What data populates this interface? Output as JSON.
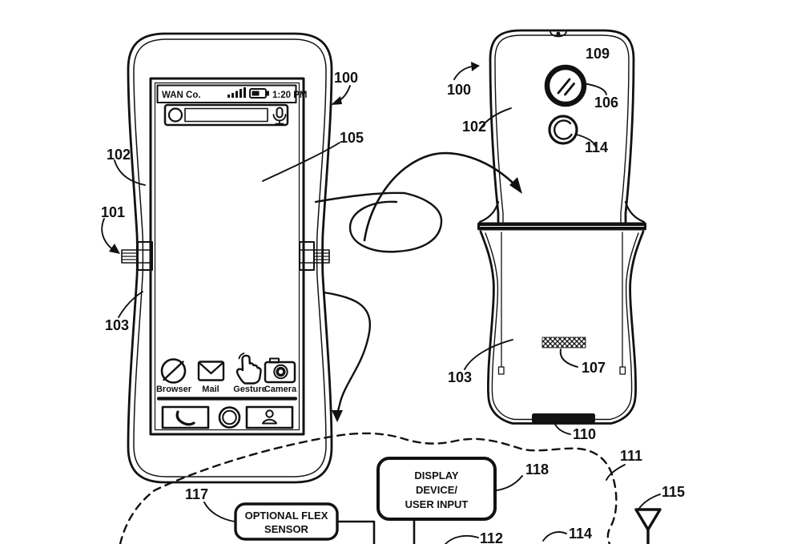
{
  "figure": {
    "kind": "patent-line-drawing-foldable-phone",
    "ink_color": "#111111",
    "background": "#ffffff"
  },
  "labels": {
    "front_100": "100",
    "back_100": "100",
    "n101": "101",
    "front_102": "102",
    "back_102": "102",
    "front_103": "103",
    "back_103": "103",
    "n105": "105",
    "n106": "106",
    "n107": "107",
    "n109": "109",
    "n110": "110",
    "n111": "111",
    "n112": "112",
    "back_114": "114",
    "bottom_114": "114",
    "n115": "115",
    "n117": "117",
    "n118": "118"
  },
  "screen": {
    "carrier": "WAN Co.",
    "time": "1:20 PM",
    "apps": [
      "Browser",
      "Mail",
      "Gesture",
      "Camera"
    ]
  },
  "blocks": {
    "flex_sensor_line1": "OPTIONAL FLEX",
    "flex_sensor_line2": "SENSOR",
    "display_line1": "DISPLAY",
    "display_line2": "DEVICE/",
    "display_line3": "USER INPUT"
  }
}
